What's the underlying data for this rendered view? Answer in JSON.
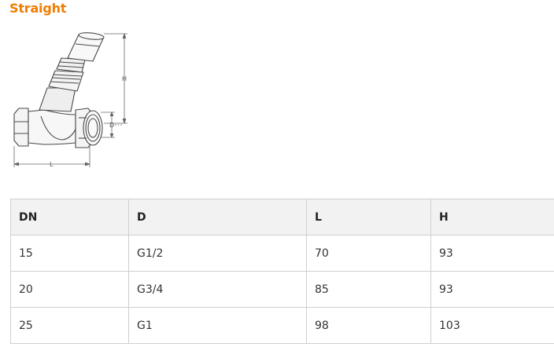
{
  "heading": "Straight",
  "drawing": {
    "dimension_labels": {
      "height": "H",
      "diameter": "D",
      "length": "L"
    }
  },
  "table": {
    "headers": [
      "DN",
      "D",
      "L",
      "H"
    ],
    "rows": [
      [
        "15",
        "G1/2",
        "70",
        "93"
      ],
      [
        "20",
        "G3/4",
        "85",
        "93"
      ],
      [
        "25",
        "G1",
        "98",
        "103"
      ]
    ]
  }
}
